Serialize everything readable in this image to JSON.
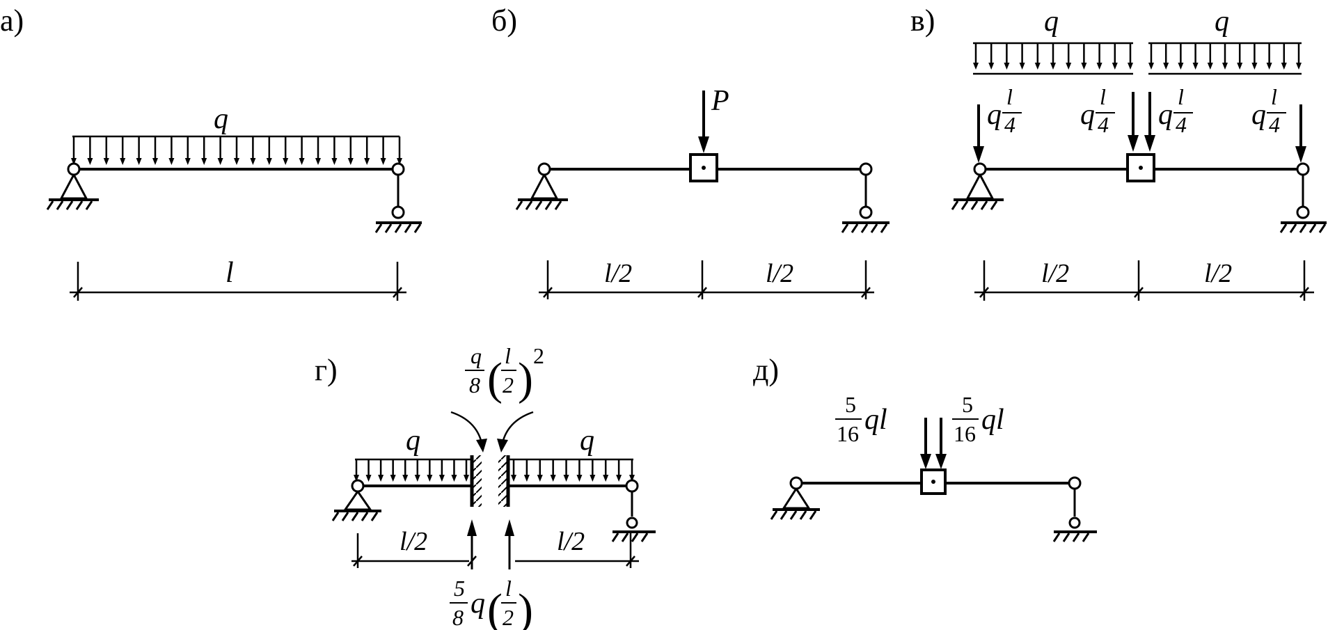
{
  "panels": {
    "a": {
      "tag": "а)",
      "load": "q",
      "span": "l"
    },
    "b": {
      "tag": "б)",
      "force": "P",
      "span_left": "l/2",
      "span_right": "l/2"
    },
    "v": {
      "tag": "в)",
      "load_left": "q",
      "load_right": "q",
      "f1_coef": "q",
      "f1_num": "l",
      "f1_den": "4",
      "f2_coef": "q",
      "f2_num": "l",
      "f2_den": "4",
      "f3_coef": "q",
      "f3_num": "l",
      "f3_den": "4",
      "f4_coef": "q",
      "f4_num": "l",
      "f4_den": "4",
      "span_left": "l/2",
      "span_right": "l/2"
    },
    "g": {
      "tag": "г)",
      "load_left": "q",
      "load_right": "q",
      "moment_num": "q",
      "moment_den": "8",
      "moment_inner_num": "l",
      "moment_inner_den": "2",
      "moment_pow": "2",
      "react_num": "5",
      "react_den": "8",
      "react_coef": "q",
      "react_inner_num": "l",
      "react_inner_den": "2",
      "span_left": "l/2",
      "span_right": "l/2"
    },
    "d": {
      "tag": "д)",
      "fl_num": "5",
      "fl_den": "16",
      "fl_tail": "ql",
      "fr_num": "5",
      "fr_den": "16",
      "fr_tail": "ql"
    }
  }
}
